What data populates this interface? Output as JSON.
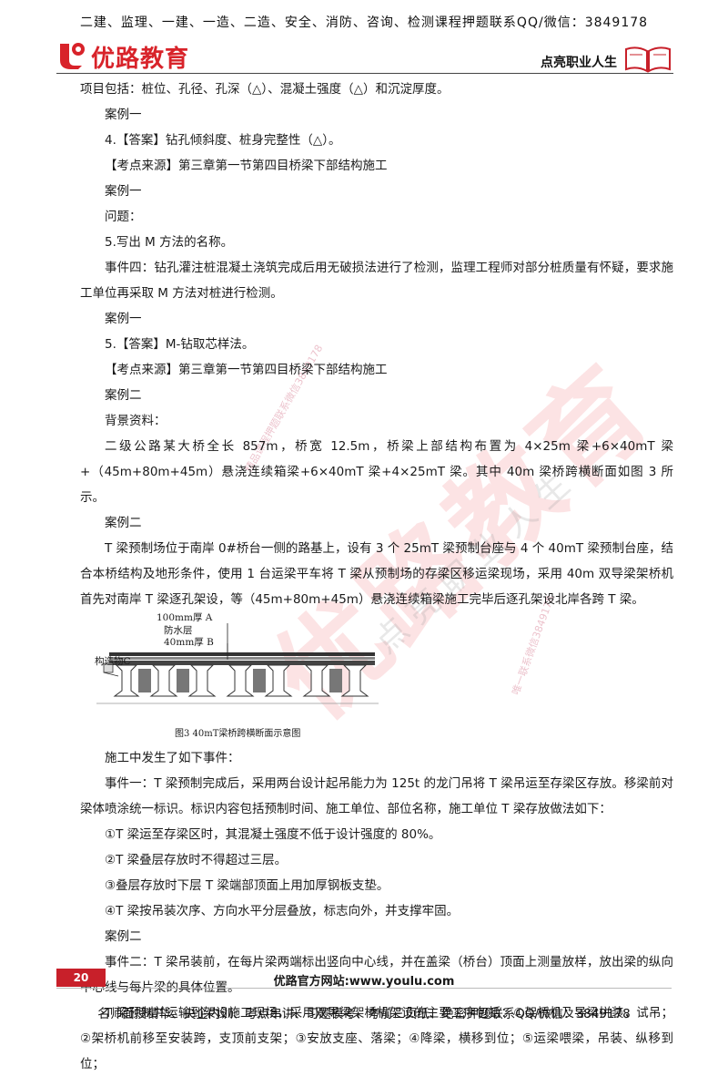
{
  "top_banner": "二建、监理、一建、一造、二造、安全、消防、咨询、检测课程押题联系QQ/微信：3849178",
  "header": {
    "logo_text": "优路教育",
    "slogan": "点亮职业人生"
  },
  "paragraphs": [
    {
      "text": "项目包括：桩位、孔径、孔深（△）、混凝土强度（△）和沉淀厚度。",
      "indent": false
    },
    {
      "text": "案例一",
      "indent": true
    },
    {
      "text": "4.【答案】钻孔倾斜度、桩身完整性（△）。",
      "indent": true
    },
    {
      "text": "【考点来源】第三章第一节第四目桥梁下部结构施工",
      "indent": true
    },
    {
      "text": "案例一",
      "indent": true
    },
    {
      "text": "问题：",
      "indent": true
    },
    {
      "text": "5.写出 M 方法的名称。",
      "indent": true
    },
    {
      "text": "事件四：钻孔灌注桩混凝土浇筑完成后用无破损法进行了检测，监理工程师对部分桩质量有怀疑，要求施工单位再采取 M 方法对桩进行检测。",
      "indent": true
    },
    {
      "text": "案例一",
      "indent": true
    },
    {
      "text": "5.【答案】M-钻取芯样法。",
      "indent": true
    },
    {
      "text": "【考点来源】第三章第一节第四目桥梁下部结构施工",
      "indent": true
    },
    {
      "text": "案例二",
      "indent": true
    },
    {
      "text": "背景资料：",
      "indent": true
    },
    {
      "text": "二级公路某大桥全长 857m，桥宽 12.5m，桥梁上部结构布置为 4×25m 梁+6×40mT 梁+（45m+80m+45m）悬浇连续箱梁+6×40mT 梁+4×25mT 梁。其中 40m 梁桥跨横断面如图 3 所示。",
      "indent": true
    },
    {
      "text": "案例二",
      "indent": true
    },
    {
      "text": "T 梁预制场位于南岸 0#桥台一侧的路基上，设有 3 个 25mT 梁预制台座与 4 个 40mT 梁预制台座，结合本桥结构及地形条件，使用 1 台运梁平车将 T 梁从预制场的存梁区移运梁现场，采用 40m 双导梁架桥机首先对南岸 T 梁逐孔架设，等（45m+80m+45m）悬浇连续箱梁施工完毕后逐孔架设北岸各跨 T 梁。",
      "indent": true
    }
  ],
  "figure": {
    "label_a": "100mm厚  A",
    "label_waterproof": "防水层",
    "label_b": "40mm厚  B",
    "label_c": "构造物C",
    "caption": "图3  40mT梁桥跨横断面示意图"
  },
  "paragraphs_after": [
    {
      "text": "施工中发生了如下事件：",
      "indent": true
    },
    {
      "text": "事件一：T 梁预制完成后，采用两台设计起吊能力为 125t 的龙门吊将 T 梁吊运至存梁区存放。移梁前对梁体喷涂统一标识。标识内容包括预制时间、施工单位、部位名称，施工单位 T 梁存放做法如下：",
      "indent": true
    },
    {
      "text": "①T 梁运至存梁区时，其混凝土强度不低于设计强度的 80%。",
      "indent": true
    },
    {
      "text": "②T 梁叠层存放时不得超过三层。",
      "indent": true
    },
    {
      "text": "③叠层存放时下层 T 梁端部顶面上用加厚钢板支垫。",
      "indent": true
    },
    {
      "text": "④T 梁按吊装次序、方向水平分层叠放，标志向外，并支撑牢固。",
      "indent": true
    },
    {
      "text": "案例二",
      "indent": true
    },
    {
      "text": "事件二：T 梁吊装前，在每片梁两端标出竖向中心线，并在盖梁（桥台）顶面上测量放样，放出梁的纵向中心线与每片梁的具体位置。",
      "indent": true
    },
    {
      "text": "T 梁预制并运输到架设施工现场，采用双导梁架桥机架设的主要工序包括：①架桥机及导梁拼装，试吊；②架桥机前移至安装跨，支顶前支架；③安放支座、落梁；④降梁，横移到位；⑤运梁喂梁，吊装、纵移到位；",
      "indent": true
    }
  ],
  "watermarks": {
    "big": "优路教育",
    "small_1": "精品课程押题联系微信3849178",
    "small_2": "唯一联系微信3849178",
    "slogan": "点 亮 职 业 人 生"
  },
  "footer": {
    "page_number": "20",
    "site": "优路官方网站:www.youlu.com",
    "bottom_banner": "名师面授精华、央企内训、考点串讲、习题模考、考前三页纸、绝密押题联系QQ/微信：3849178"
  },
  "colors": {
    "brand_red": "#d8232a",
    "page_badge": "#c8202a"
  }
}
